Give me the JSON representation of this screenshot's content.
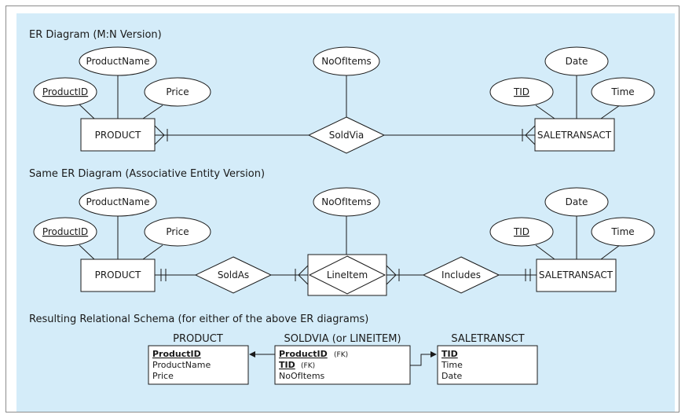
{
  "section1": {
    "title": "ER Diagram (M:N Version)",
    "product_entity": "PRODUCT",
    "product_attrs": {
      "id": "ProductID",
      "name": "ProductName",
      "price": "Price"
    },
    "relationship": "SoldVia",
    "relationship_attr": "NoOfItems",
    "sale_entity": "SALETRANSACT",
    "sale_attrs": {
      "id": "TID",
      "date": "Date",
      "time": "Time"
    }
  },
  "section2": {
    "title": "Same ER Diagram (Associative Entity Version)",
    "product_entity": "PRODUCT",
    "product_attrs": {
      "id": "ProductID",
      "name": "ProductName",
      "price": "Price"
    },
    "rel_left": "SoldAs",
    "assoc_entity": "LineItem",
    "assoc_attr": "NoOfItems",
    "rel_right": "Includes",
    "sale_entity": "SALETRANSACT",
    "sale_attrs": {
      "id": "TID",
      "date": "Date",
      "time": "Time"
    }
  },
  "section3": {
    "title": "Resulting Relational Schema (for either of the above ER diagrams)",
    "product": {
      "name": "PRODUCT",
      "pk": "ProductID",
      "cols": [
        "ProductName",
        "Price"
      ]
    },
    "soldvia": {
      "name": "SOLDVIA (or LINEITEM)",
      "pk1": "ProductID",
      "pk1_note": "(FK)",
      "pk2": "TID",
      "pk2_note": "(FK)",
      "cols": [
        "NoOfItems"
      ]
    },
    "sale": {
      "name": "SALETRANSCT",
      "pk": "TID",
      "cols": [
        "Time",
        "Date"
      ]
    }
  }
}
